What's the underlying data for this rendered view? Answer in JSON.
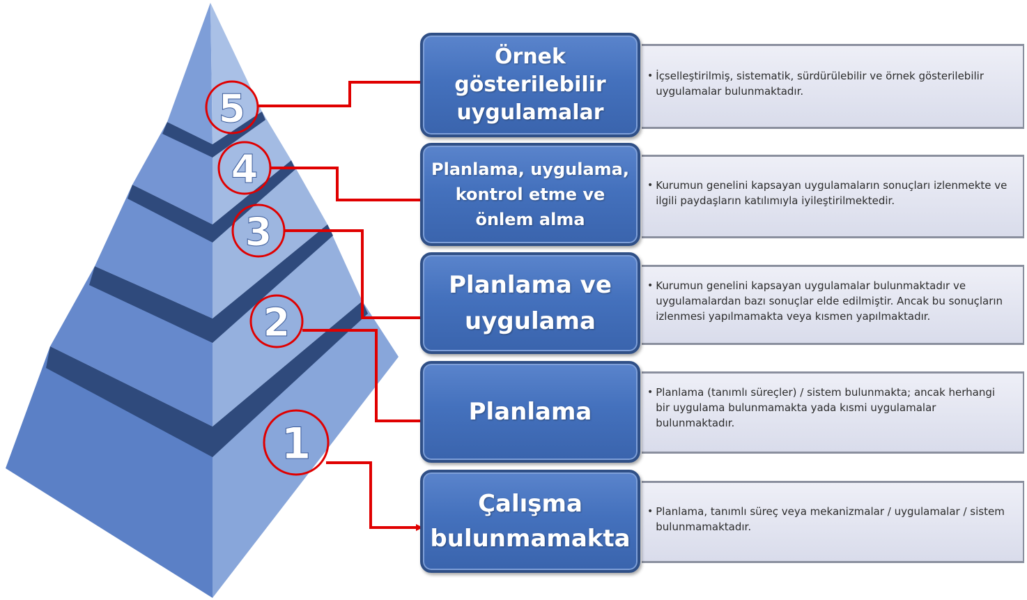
{
  "levels": [
    {
      "number": "5",
      "title": "Örnek\ngösterilebilir\nuygulamalar",
      "description": "İçselleştirilmiş, sistematik, sürdürülebilir ve örnek gösterilebilir uygulamalar bulunmaktadır."
    },
    {
      "number": "4",
      "title": "Planlama, uygulama,\nkontrol etme ve\nönlem alma",
      "description": "Kurumun genelini kapsayan uygulamaların sonuçları izlenmekte ve ilgili paydaşların katılımıyla iyileştirilmektedir."
    },
    {
      "number": "3",
      "title": "Planlama ve\nuygulama",
      "description": "Kurumun genelini kapsayan uygulamalar bulunmaktadır ve uygulamalardan bazı sonuçlar elde edilmiştir. Ancak bu sonuçların izlenmesi yapılmamakta veya kısmen yapılmaktadır."
    },
    {
      "number": "2",
      "title": "Planlama",
      "description": "Planlama (tanımlı süreçler) / sistem bulunmakta; ancak herhangi bir uygulama bulunmamakta yada kısmi uygulamalar bulunmaktadır."
    },
    {
      "number": "1",
      "title": "Çalışma\nbulunmamakta",
      "description": "Planlama, tanımlı süreç veya mekanizmalar / uygulamalar / sistem bulunmamaktadır."
    }
  ],
  "colors": {
    "pyramid_light": "#7f9fd6",
    "pyramid_mid": "#5b80c6",
    "pyramid_dark": "#3c5f9e",
    "band": "#2f4a7c",
    "arrow": "#e00000",
    "box": "#4471bd"
  }
}
